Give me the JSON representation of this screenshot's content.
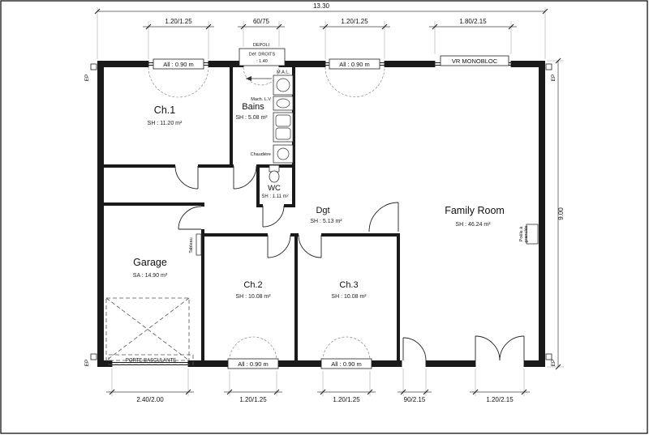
{
  "plan": {
    "width_label": "13.30",
    "height_label": "9.00"
  },
  "dims_top": [
    "1.20/1.25",
    "60/75",
    "1.20/1.25",
    "1.80/2.15"
  ],
  "dims_bottom": [
    "2.40/2.00",
    "1.20/1.25",
    "1.20/1.25",
    "90/2.15",
    "1.20/2.15"
  ],
  "rooms": [
    {
      "name": "Ch.1",
      "area": "SH : 11.20 m²"
    },
    {
      "name": "Bains",
      "area": "SH : 5.08 m²"
    },
    {
      "name": "WC",
      "area": "SH : 1.11 m²"
    },
    {
      "name": "Dgt",
      "area": "SH : 5.13 m²"
    },
    {
      "name": "Family Room",
      "area": "SH : 46.24 m²"
    },
    {
      "name": "Garage",
      "area": "SA : 14.90 m²"
    },
    {
      "name": "Ch.2",
      "area": "SH : 10.08 m²"
    },
    {
      "name": "Ch.3",
      "area": "SH : 10.08 m²"
    }
  ],
  "windows": {
    "allege": "All : 0.90 m",
    "vr": "VR MONOBLOC",
    "depoli_top": "DEPOLI",
    "depoli_l1": "Déf. DROITS",
    "depoli_l2": ": 1.40"
  },
  "annotations": {
    "mal": "M.A.L.",
    "lv": "Mach. L.V",
    "chaudiere": "Chaudière",
    "tableau": "Tableau",
    "porte_basculante": "PORTE BASCULANTE",
    "ep": "EP",
    "poele_l1": "Poêle à",
    "poele_l2": "granulés"
  }
}
